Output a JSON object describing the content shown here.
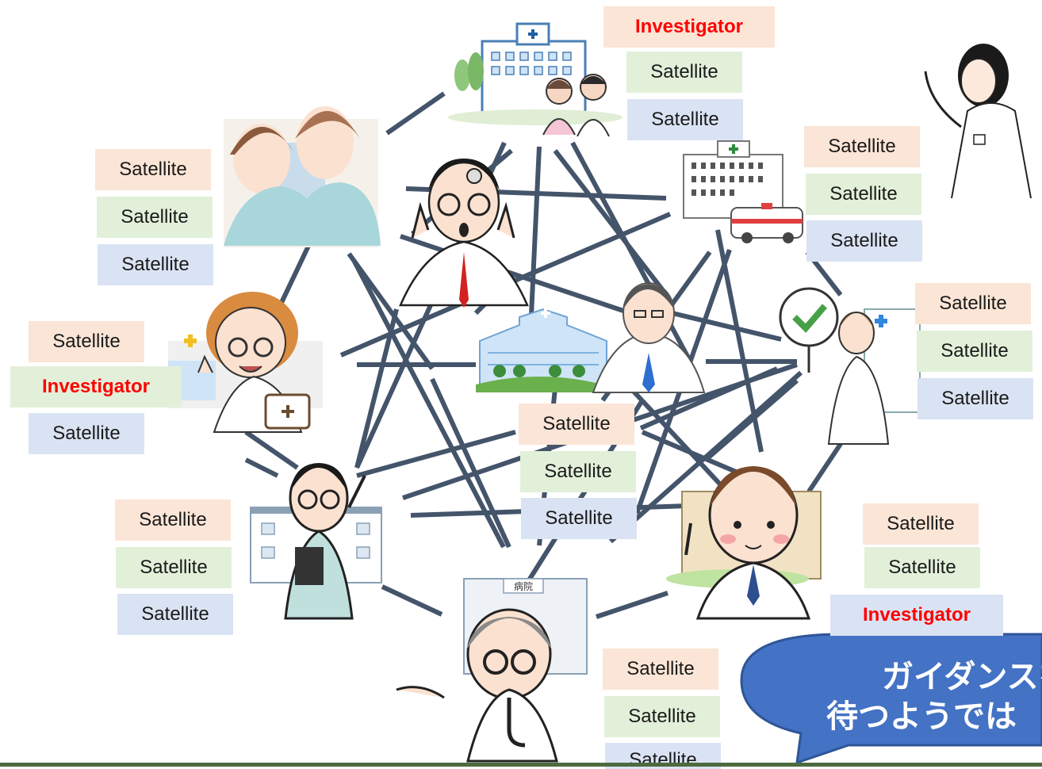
{
  "labels": {
    "satellite": "Satellite",
    "investigator": "Investigator"
  },
  "callout": {
    "line1": "ガイダンスを",
    "line2": "待つようでは"
  },
  "colors": {
    "line": "#44546a",
    "tag_orange": "#fbe5d6",
    "tag_green": "#e2f0d9",
    "tag_blue": "#dae3f3",
    "investigator_text": "#ff0000",
    "callout_fill": "#4472c4",
    "callout_border": "#2f5597"
  },
  "nodes": [
    {
      "id": "hospital-top",
      "icon": "hospital-building-icon",
      "tags": [
        "Investigator",
        "Satellite",
        "Satellite"
      ]
    },
    {
      "id": "hospital-right-top",
      "icon": "hospital-ambulance-icon",
      "tags": [
        "Satellite",
        "Satellite",
        "Satellite"
      ]
    },
    {
      "id": "nurse-right",
      "icon": "nurse-checkmark-icon",
      "tags": [
        "Satellite",
        "Satellite",
        "Satellite"
      ]
    },
    {
      "id": "doctor-bottom-right",
      "icon": "doctor-pointing-icon",
      "tags": [
        "Satellite",
        "Satellite",
        "Investigator"
      ]
    },
    {
      "id": "doctor-bottom",
      "icon": "senior-doctor-icon",
      "tags": [
        "Satellite",
        "Satellite",
        "Satellite"
      ]
    },
    {
      "id": "doctor-left-bottom",
      "icon": "doctor-clipboard-icon",
      "tags": [
        "Satellite",
        "Satellite",
        "Satellite"
      ]
    },
    {
      "id": "pharmacist-left",
      "icon": "pharmacist-icon",
      "tags": [
        "Satellite",
        "Investigator",
        "Satellite"
      ]
    },
    {
      "id": "nurses-top-left",
      "icon": "nurses-cheering-icon",
      "tags": [
        "Satellite",
        "Satellite",
        "Satellite"
      ]
    },
    {
      "id": "central-hospital",
      "icon": "central-hospital-icon",
      "tags": [
        "Satellite",
        "Satellite",
        "Satellite"
      ]
    }
  ]
}
